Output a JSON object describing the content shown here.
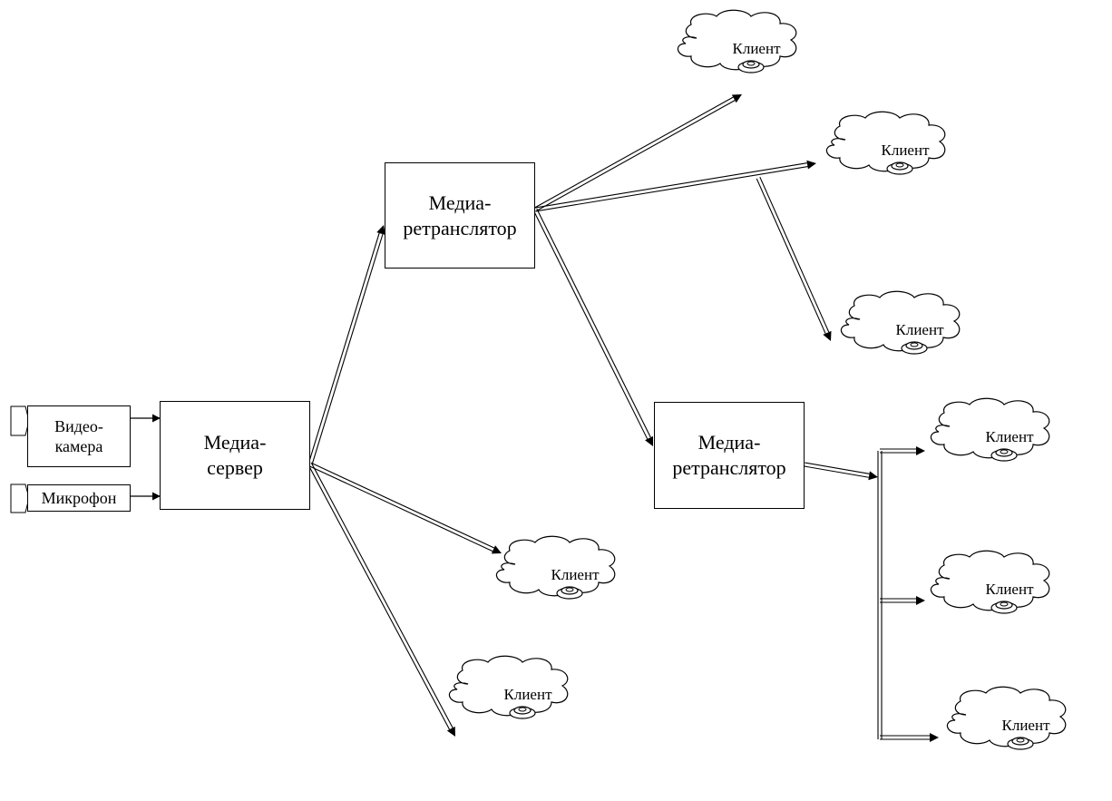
{
  "sources": {
    "camera": "Видео-\nкамера",
    "microphone": "Микрофон"
  },
  "nodes": {
    "media_server": "Медиа-\nсервер",
    "relay_top": "Медиа-\nретранслятор",
    "relay_bottom": "Медиа-\nретранслятор"
  },
  "client_label": "Клиент",
  "colors": {
    "stroke": "#000000",
    "background": "#ffffff"
  }
}
